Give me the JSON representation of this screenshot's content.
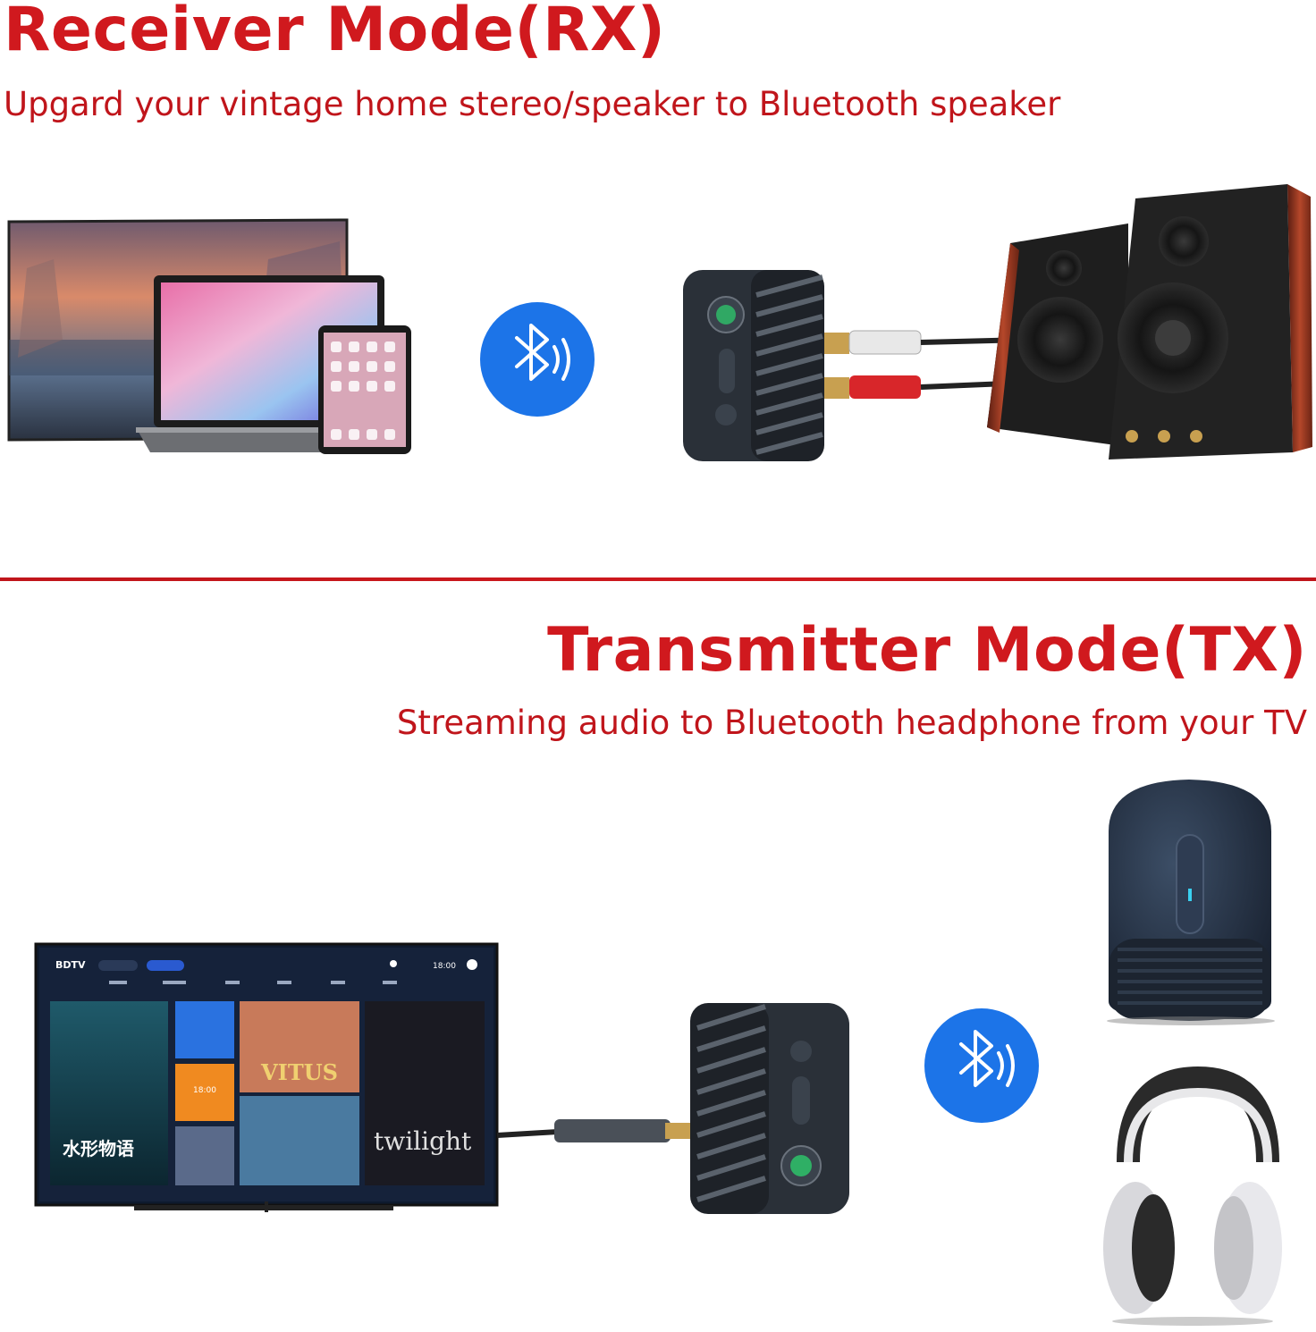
{
  "receiver": {
    "title": "Receiver Mode(RX)",
    "subtitle": "Upgard your vintage home stereo/speaker to Bluetooth speaker"
  },
  "transmitter": {
    "title": "Transmitter Mode(TX)",
    "subtitle": "Streaming audio to Bluetooth headphone from your TV"
  },
  "tv_screen": {
    "brand": "BDTV",
    "clock": "18:00",
    "tile_time": "18:00",
    "poster1": "水形物语",
    "poster2": "VITUS",
    "poster3": "twilight"
  },
  "colors": {
    "heading_red": "#d0191e",
    "bluetooth_blue": "#1c74e8",
    "device_dark": "#2a3038"
  },
  "icons": [
    "bluetooth-icon",
    "bluetooth-icon"
  ]
}
